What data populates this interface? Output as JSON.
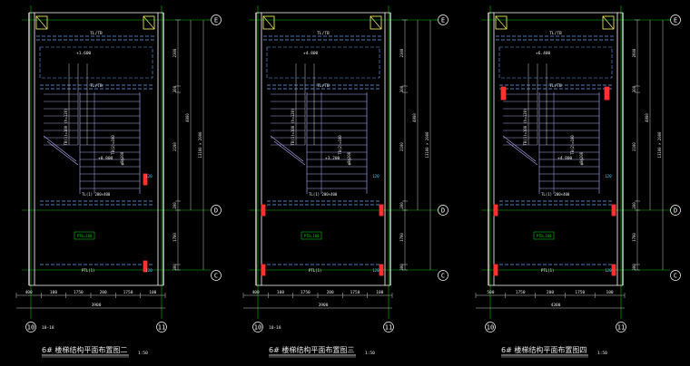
{
  "colors": {
    "background": "#000000",
    "wall": "#ffffff",
    "grid": "#00c000",
    "dim": "#c8c8c8",
    "beam": "#6aa8ff",
    "stair": "#b0b0ff",
    "column": "#ffff60",
    "red": "#ff3030",
    "text": "#e8e8e8",
    "cyan": "#40d8ff"
  },
  "drawings": [
    {
      "title": "6# 楼梯结构平面布置图二",
      "scale": "1:50",
      "axis_left": "10",
      "axis_left_sub": "10-18",
      "axis_right": "11",
      "axis_top": "E",
      "axis_mid": "D",
      "axis_bottom": "C",
      "dims_bottom": [
        "400",
        "100",
        "1750",
        "200",
        "1750",
        "100"
      ],
      "dim_total": "3900",
      "dims_right": [
        "2300",
        "300",
        "2100",
        "200",
        "1700",
        "300"
      ],
      "dim_right_total": "4000",
      "dim_far_right": "13100 × 2000",
      "top_beam_label": "TL/TB",
      "level_top": "+1.600",
      "level_mid": "+0.800",
      "box_label": "PTB=100"
    },
    {
      "title": "6# 楼梯结构平面布置图三",
      "scale": "1:50",
      "axis_left": "10",
      "axis_left_sub": "10-18",
      "axis_right": "11",
      "axis_top": "E",
      "axis_mid": "D",
      "axis_bottom": "C",
      "dims_bottom": [
        "400",
        "100",
        "1750",
        "200",
        "1750",
        "100"
      ],
      "dim_total": "3900",
      "dims_right": [
        "2300",
        "300",
        "2100",
        "200",
        "1700",
        "300"
      ],
      "dim_right_total": "4000",
      "dim_far_right": "13100 × 2000",
      "top_beam_label": "TL/TB",
      "level_top": "+4.800",
      "level_mid": "+3.200",
      "box_label": "PTB=100"
    },
    {
      "title": "6# 楼梯结构平面布置图四",
      "scale": "1:50",
      "axis_left": "10",
      "axis_left_sub": "",
      "axis_right": "11",
      "axis_top": "E",
      "axis_mid": "D",
      "axis_bottom": "C",
      "dims_bottom": [
        "500",
        "1750",
        "200",
        "1750",
        "100"
      ],
      "dim_total": "4300",
      "dims_right": [
        "2600",
        "300",
        "2100",
        "200",
        "1700",
        "300"
      ],
      "dim_right_total": "4000",
      "dim_far_right": "13100 × 2000",
      "top_beam_label": "TL/TB",
      "level_top": "+6.400",
      "level_mid": "+4.800",
      "box_label": "PTB=100"
    }
  ]
}
